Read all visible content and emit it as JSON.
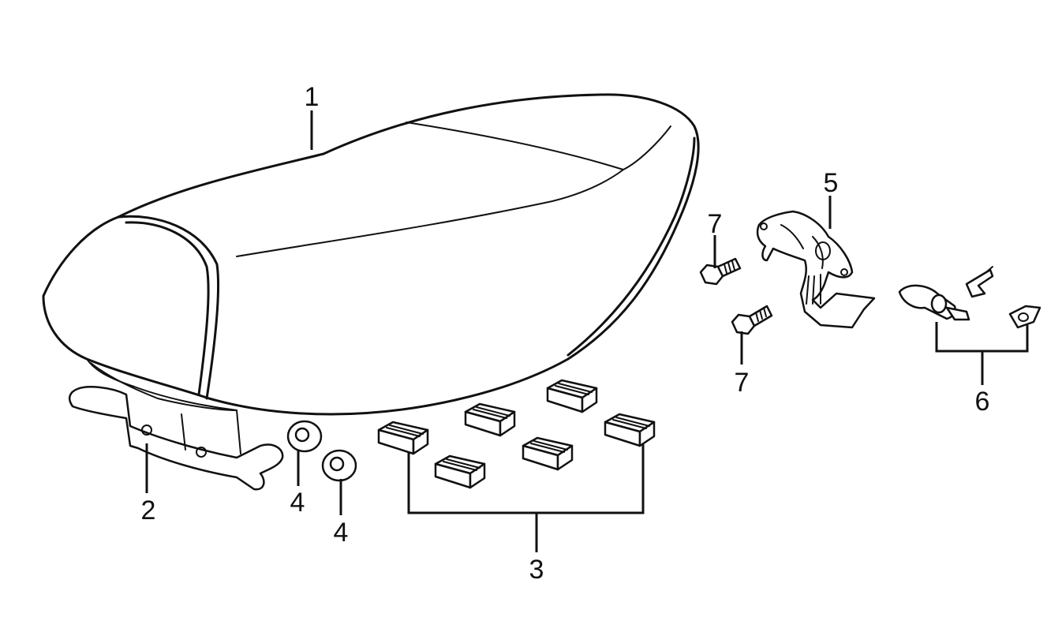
{
  "callouts": {
    "seat": "1",
    "seat_hinge_bracket": "2",
    "rubber_pads": "3",
    "nut_upper": "4",
    "nut_lower": "4",
    "seat_lock": "5",
    "lock_cylinder_set": "6",
    "bolt_upper": "7",
    "bolt_lower": "7"
  },
  "colors": {
    "line": "#111111",
    "background": "#ffffff"
  }
}
